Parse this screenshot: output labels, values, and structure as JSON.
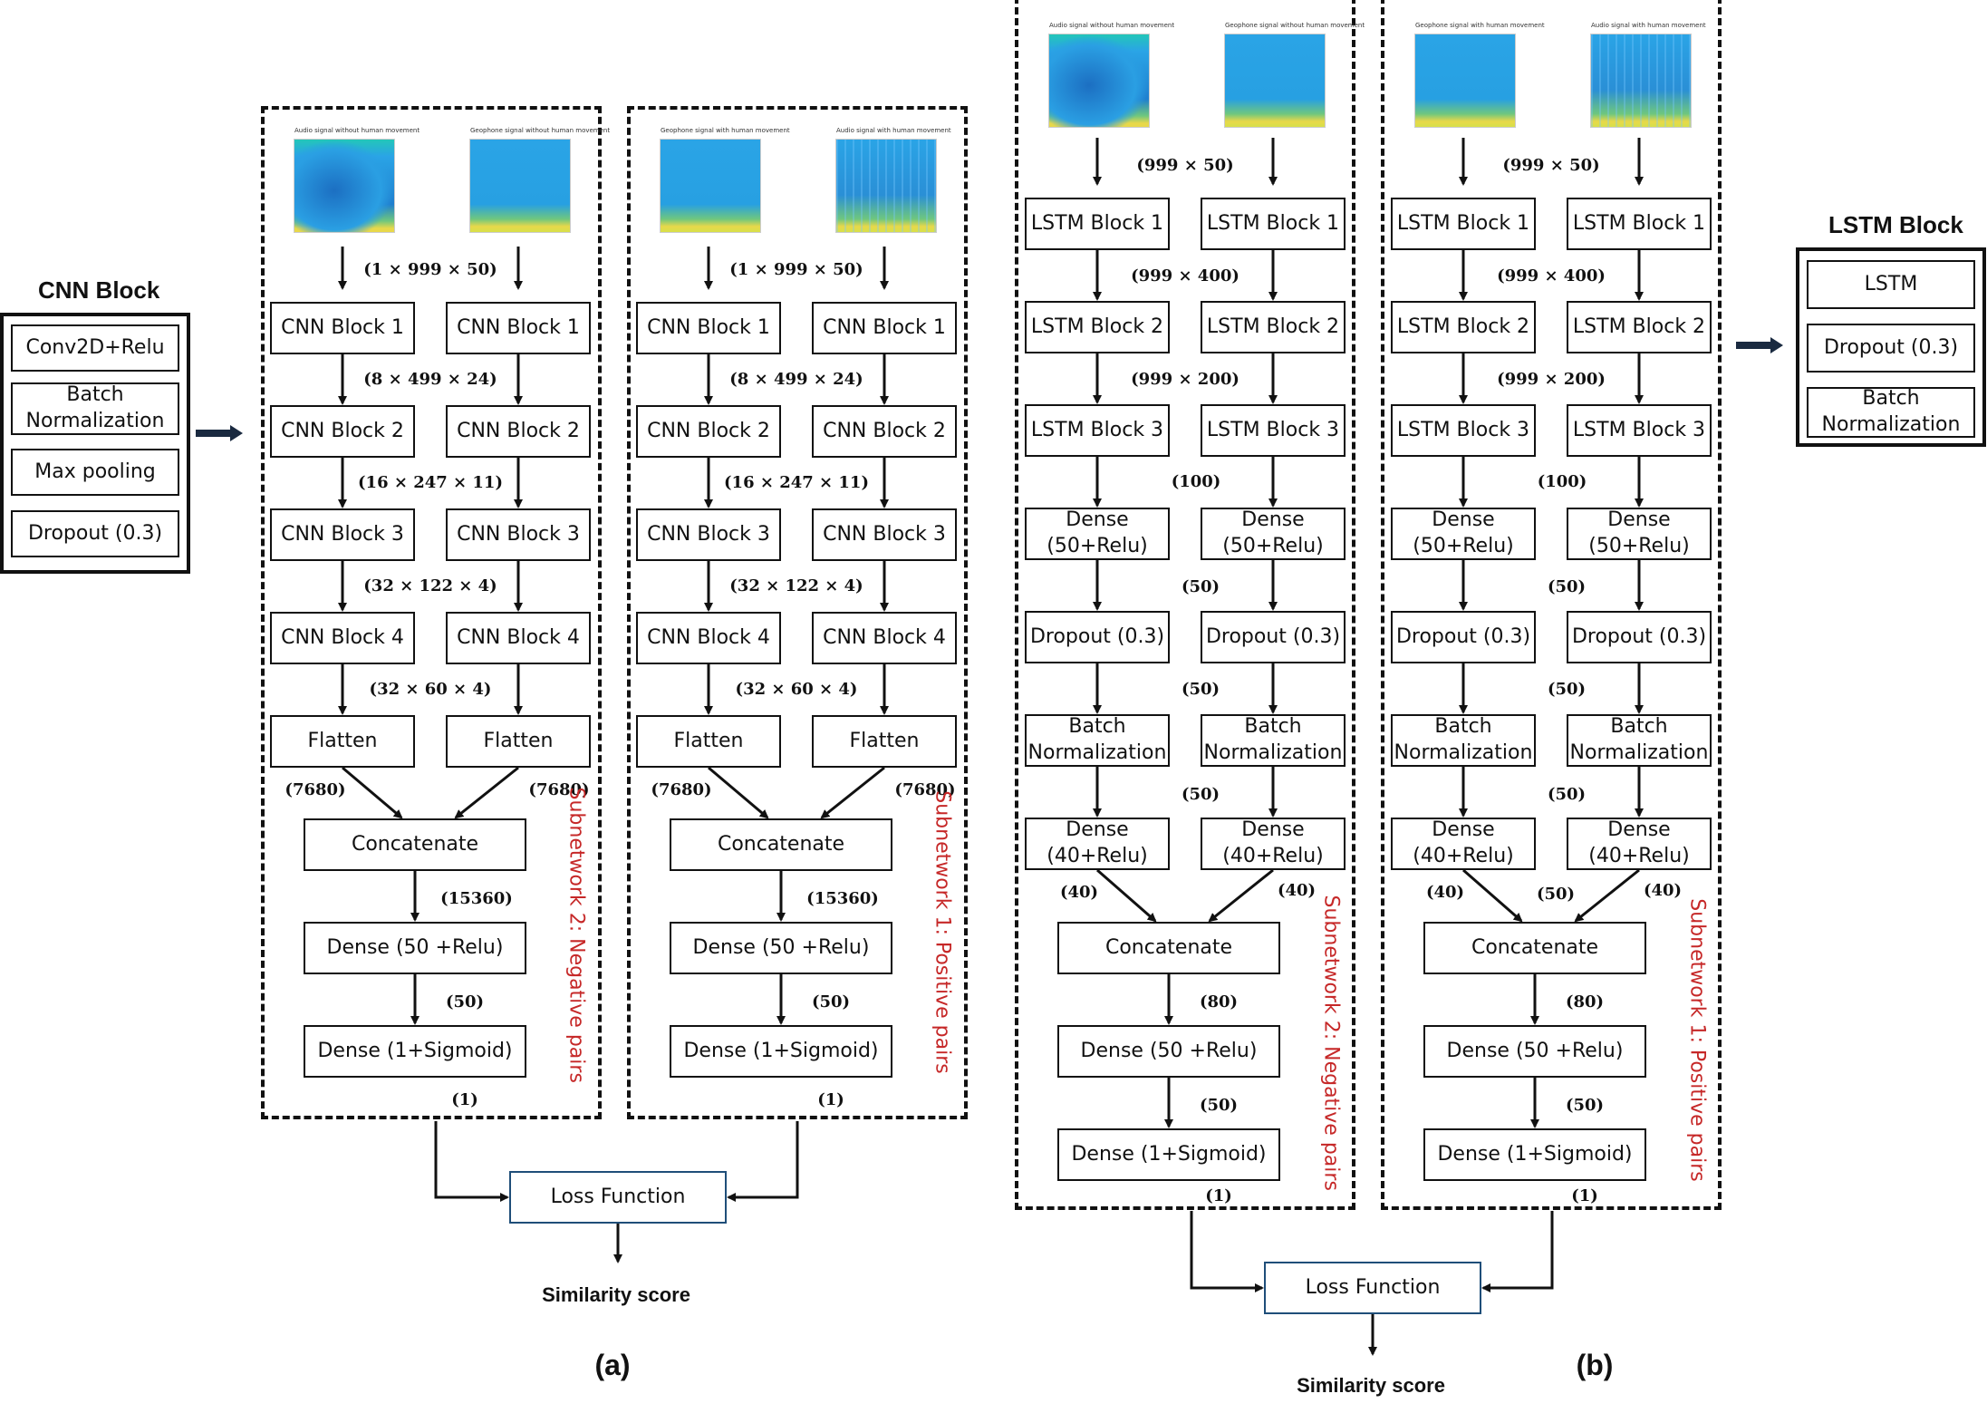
{
  "cnn_block": {
    "title": "CNN Block",
    "items": [
      "Conv2D+Relu",
      "Batch Normalization",
      "Max pooling",
      "Dropout (0.3)"
    ]
  },
  "lstm_block": {
    "title": "LSTM Block",
    "items": [
      "LSTM",
      "Dropout (0.3)",
      "Batch Normalization"
    ]
  },
  "panel_a": {
    "label": "(a)",
    "input_dim": "(1 × 999 × 50)",
    "layers": [
      "CNN Block 1",
      "CNN Block 2",
      "CNN Block 3",
      "CNN Block 4",
      "Flatten"
    ],
    "layer_dims": [
      "(8 × 499 × 24)",
      "(16 × 247 × 11)",
      "(32 × 122 × 4)",
      "(32 × 60 × 4)"
    ],
    "flatten_dim": "(7680)",
    "head_layers": [
      "Concatenate",
      "Dense (50 +Relu)",
      "Dense (1+Sigmoid)"
    ],
    "head_dims": [
      "(15360)",
      "(50)",
      "(1)"
    ],
    "loss": "Loss Function",
    "score": "Similarity score",
    "subnet_left": "Subnetwork 2: Negative pairs",
    "subnet_right": "Subnetwork 1: Positive pairs"
  },
  "panel_b": {
    "label": "(b)",
    "input_dim": "(999 × 50)",
    "layers": [
      "LSTM Block 1",
      "LSTM Block 2",
      "LSTM Block 3",
      "Dense (50+Relu)",
      "Dropout (0.3)",
      "Batch Normalization",
      "Dense (40+Relu)"
    ],
    "layer_dims": [
      "(999 × 400)",
      "(999 × 200)",
      "(100)",
      "(50)",
      "(50)",
      "(50)"
    ],
    "side_dim": "(40)",
    "extra_dim": "(50)",
    "head_layers": [
      "Concatenate",
      "Dense (50 +Relu)",
      "Dense (1+Sigmoid)"
    ],
    "head_dims": [
      "(80)",
      "(50)",
      "(1)"
    ],
    "loss": "Loss Function",
    "score": "Similarity score",
    "subnet_left": "Subnetwork 2: Negative pairs",
    "subnet_right": "Subnetwork 1: Positive pairs"
  },
  "spectrogram_titles": {
    "audio_no_move": "Audio signal without human movement",
    "geo_no_move": "Geophone signal without human movement",
    "geo_move": "Geophone signal with human movement",
    "audio_move": "Audio signal with human movement"
  },
  "colors": {
    "subnet_text": "#c62828",
    "loss_border": "#1f4e79",
    "arrow": "#1a2a40"
  }
}
